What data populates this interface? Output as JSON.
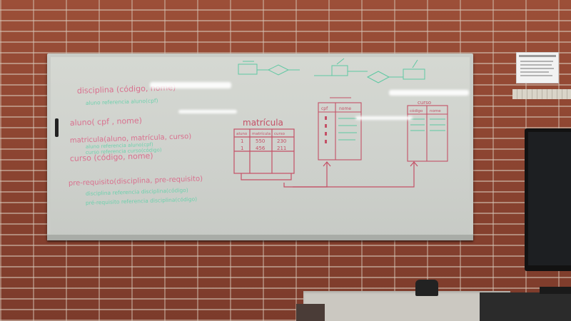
{
  "whiteboard": {
    "lines": [
      "disciplina (código, nome)",
      "aluno( cpf , nome)",
      "matricula(aluno, matrícula, curso)",
      "curso (código, nome)",
      "pre-requisito(disciplina, pre-requisito)"
    ],
    "ref_notes": [
      "aluno referencia aluno(cpf)",
      "curso referencia curso(código)",
      "disciplina referencia disciplina(código)",
      "pré-requisito referencia disciplina(código)"
    ],
    "table_title": "matrícula",
    "table_headers": [
      "aluno",
      "matrícula",
      "curso"
    ],
    "table_rows": [
      [
        "1",
        "550",
        "230"
      ],
      [
        "1",
        "456",
        "211"
      ]
    ],
    "mid_table_headers": [
      "cpf",
      "nome"
    ],
    "right_table_title": "curso",
    "right_table_headers": [
      "código",
      "nome"
    ]
  },
  "colors": {
    "marker_pink": "#d9708e",
    "marker_green": "#5ec8a2",
    "marker_red": "#c45066",
    "brick": "#8e4632"
  }
}
